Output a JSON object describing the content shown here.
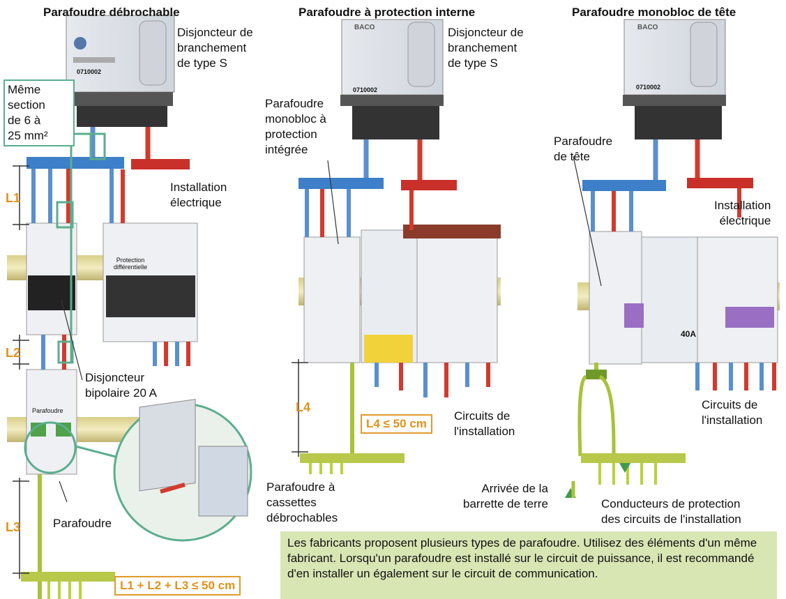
{
  "panels": [
    {
      "title": "Parafoudre débrochable"
    },
    {
      "title": "Parafoudre à protection interne"
    },
    {
      "title": "Parafoudre monobloc de tête"
    }
  ],
  "labels": {
    "disj_s_1": "Disjoncteur de\nbranchement\nde type S",
    "disj_s_2": "Disjoncteur de\nbranchement\nde type S",
    "meme_section": "Même\nsection\nde 6 à\n25 mm²",
    "install_elec_1": "Installation\nélectrique",
    "install_elec_3": "Installation\nélectrique",
    "disj_bipolaire": "Disjoncteur\nbipolaire 20 A",
    "parafoudre": "Parafoudre",
    "parafoudre_cassettes": "Parafoudre à\ncassettes\ndébrochables",
    "monobloc_integree": "Parafoudre\nmonobloc à\nprotection\nintégrée",
    "circuits_2": "Circuits de\nl'installation",
    "circuits_3": "Circuits de\nl'installation",
    "parafoudre_tete": "Parafoudre\nde tête",
    "arrivee_terre": "Arrivée de la\nbarrette de terre",
    "conducteurs": "Conducteurs de protection\ndes circuits de l'installation",
    "protection_diff": "Protection\ndifférentielle",
    "parafoudre_small": "Parafoudre"
  },
  "dimensions": {
    "L1": "L1",
    "L2": "L2",
    "L3": "L3",
    "L4": "L4"
  },
  "formulas": {
    "sum": "L1 + L2 + L3 ≤ 50 cm",
    "l4": "L4 ≤ 50 cm"
  },
  "note": "Les fabricants proposent plusieurs types de parafoudre. Utilisez des éléments d'un même fabricant. Lorsqu'un parafoudre est installé sur le circuit de puissance, il est recommandé d'en installer un également sur le circuit de communication.",
  "device_text": {
    "baco": "BACO",
    "ref": "0710002",
    "rating": "40A"
  },
  "colors": {
    "blue": "#5a8fd0",
    "red": "#d23a2e",
    "earth": "#a8c23a",
    "bar_blue": "#3d7fc8",
    "bar_red": "#c9302a",
    "orange": "#e0921a",
    "green_frame": "#5aae8e",
    "note_bg": "#d8e6b4"
  }
}
